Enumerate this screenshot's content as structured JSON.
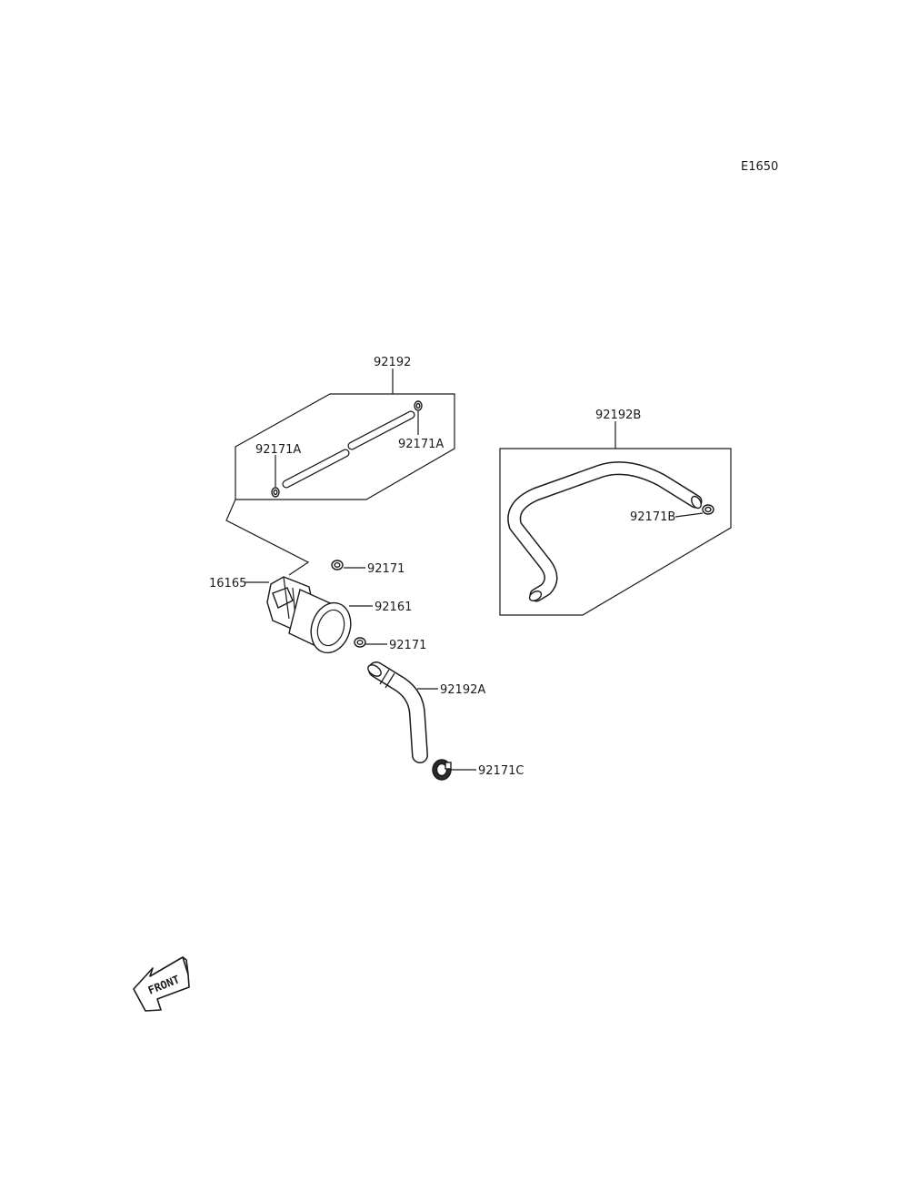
{
  "diagram_code": "E1650",
  "labels": {
    "hose_kit": "92192",
    "clamp_a_left": "92171A",
    "clamp_a_right": "92171A",
    "hose_b": "92192B",
    "clamp_b": "92171B",
    "clamp_upper": "92171",
    "assembly": "16165",
    "filter": "92161",
    "clamp_lower": "92171",
    "hose_a": "92192A",
    "clamp_c": "92171C"
  },
  "front_marker": "FRONT"
}
